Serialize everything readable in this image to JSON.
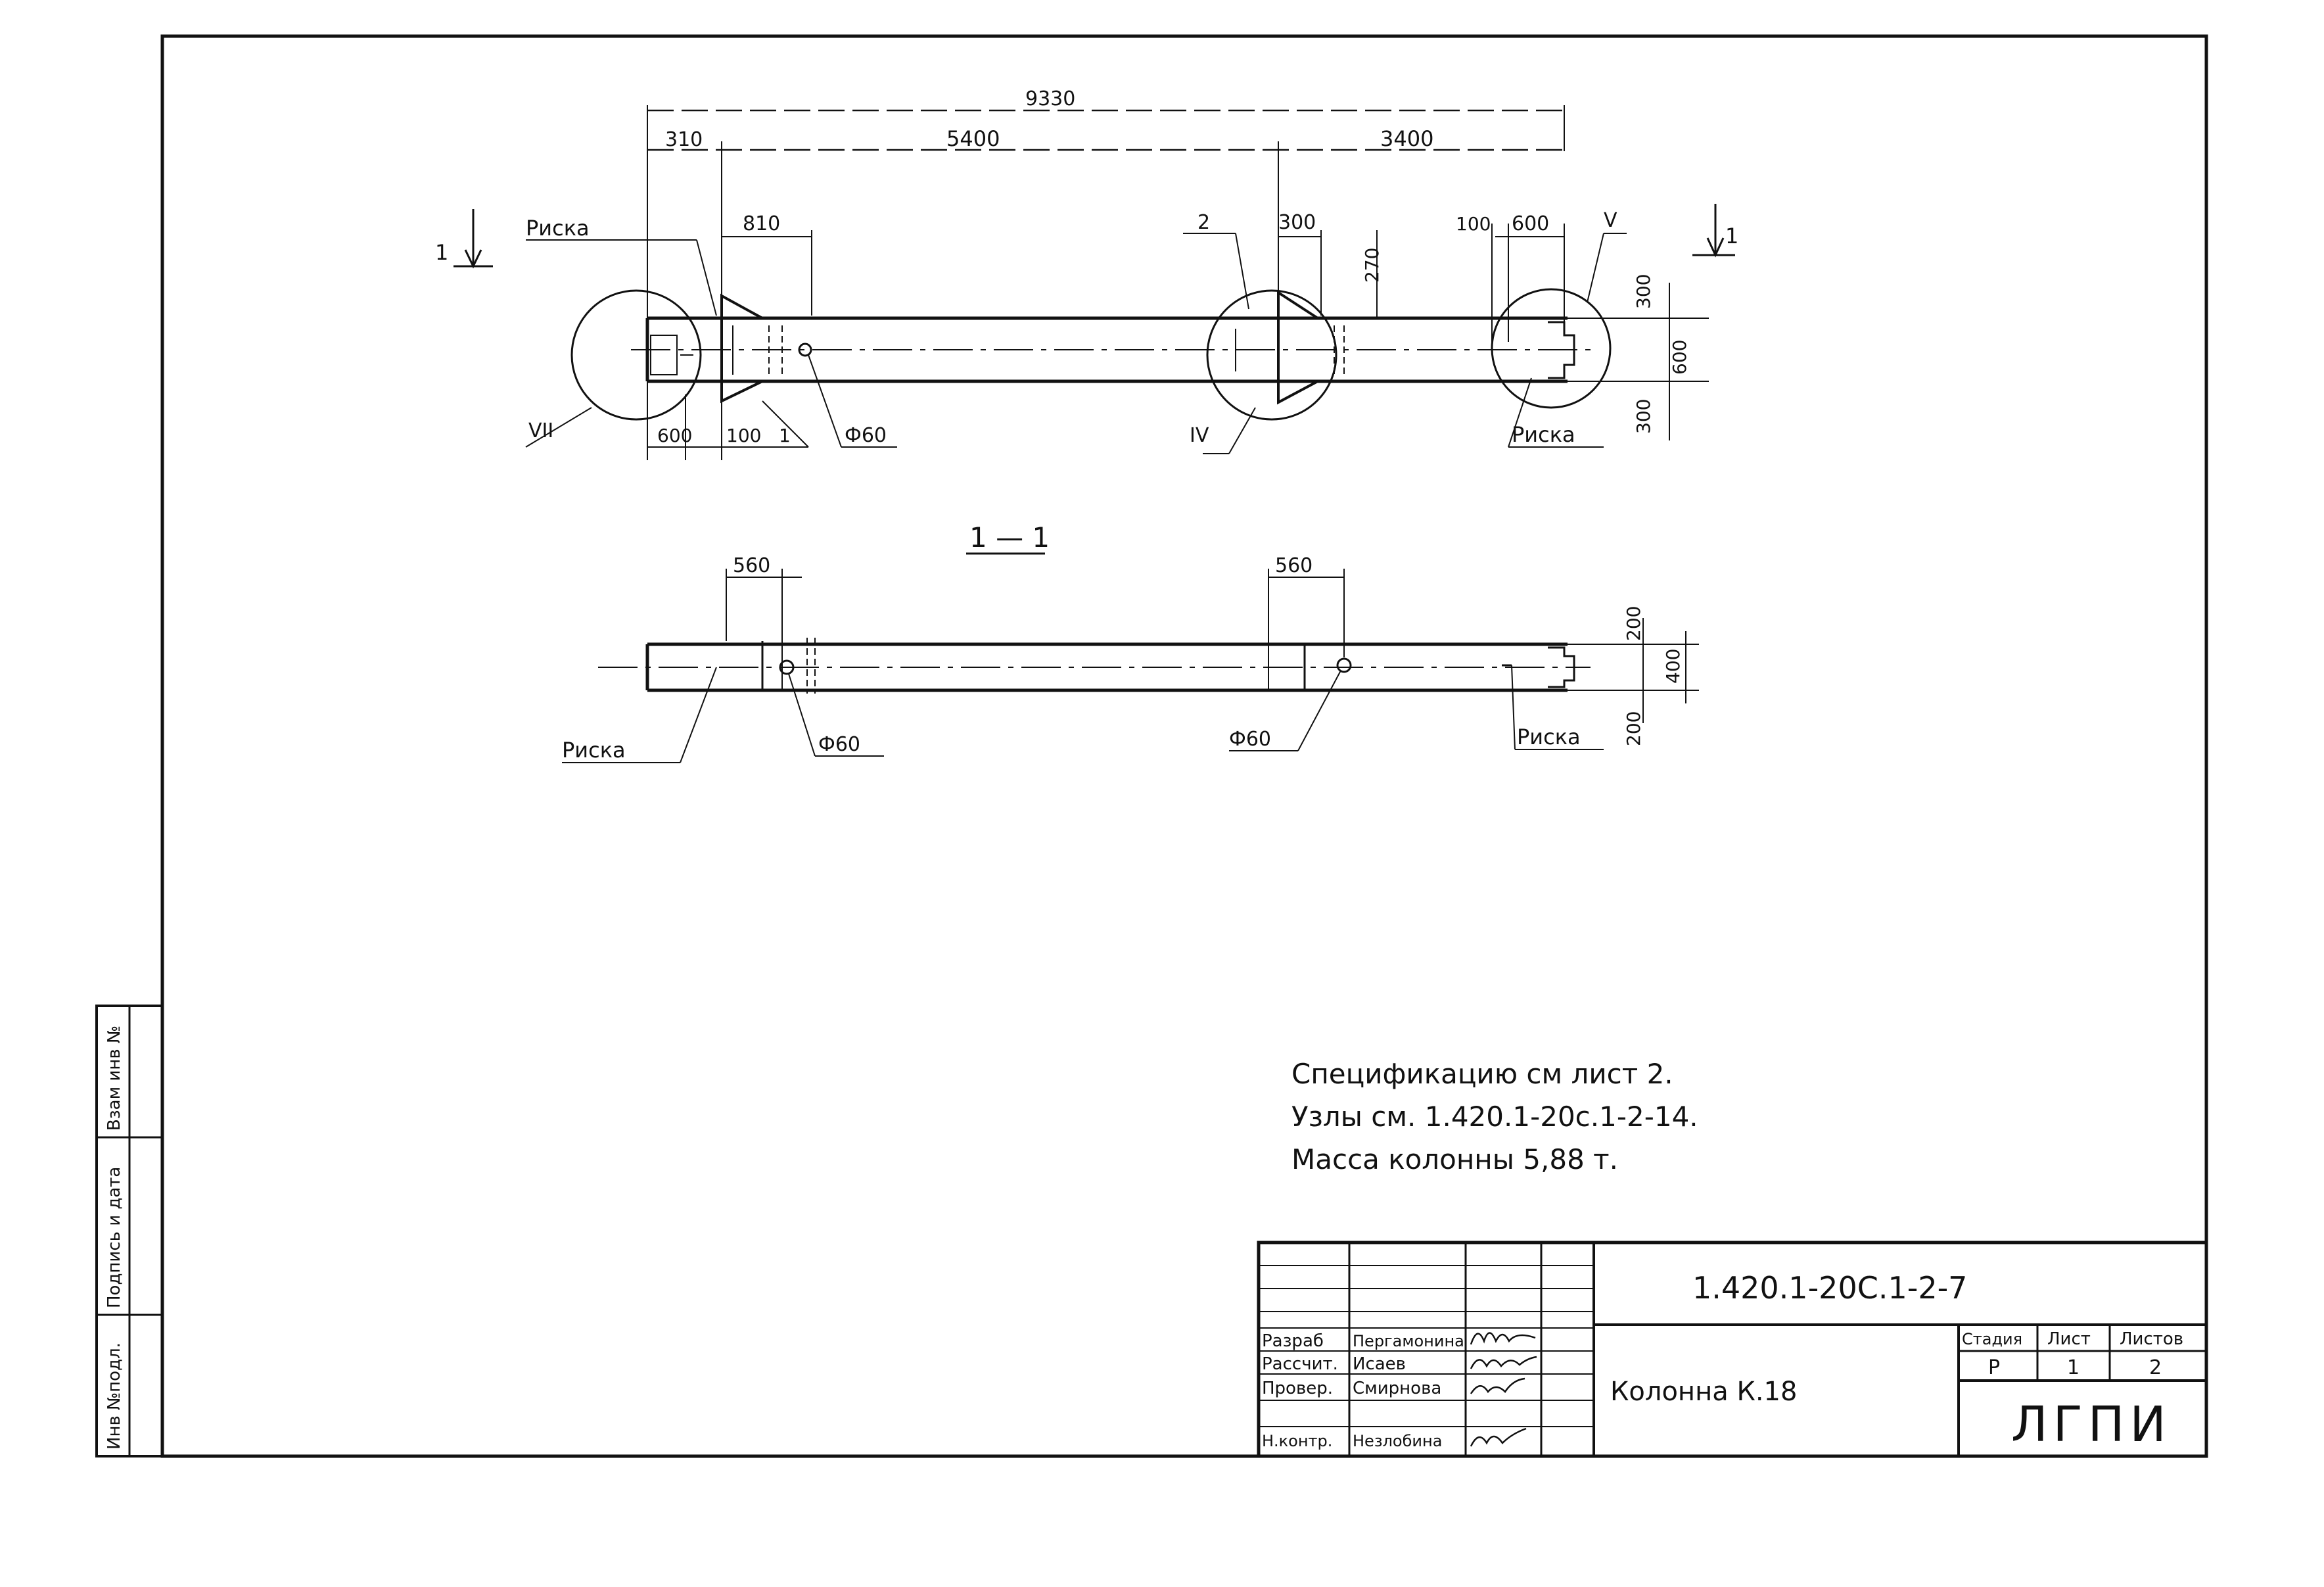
{
  "drawing": {
    "plan": {
      "dims_top": {
        "overall": "9330",
        "left": "310",
        "middle": "5400",
        "right": "3400"
      },
      "dim_810": "810",
      "dim_300": "300",
      "dim_270": "270",
      "dim_100_top": "100",
      "dim_600_top": "600",
      "dim_600_bottom": "600",
      "dim_100_bottom": "100",
      "dim_300_upper_v": "300",
      "dim_600_v": "600",
      "dim_300_lower_v": "300",
      "label_riska_left": "Риска",
      "label_riska_right": "Риска",
      "label_phi60": "Ф60",
      "pos_1": "1",
      "pos_2": "2",
      "node_V": "V",
      "node_VII": "VII",
      "node_IV": "IV",
      "section_mark": "1"
    },
    "section": {
      "title": "1 — 1",
      "dim_560_left": "560",
      "dim_560_right": "560",
      "dim_200_top": "200",
      "dim_400": "400",
      "dim_200_bottom": "200",
      "label_riska_left": "Риска",
      "label_riska_right": "Риска",
      "label_phi60_left": "Ф60",
      "label_phi60_right": "Ф60"
    }
  },
  "notes": {
    "line1": "Спецификацию см лист 2.",
    "line2": "Узлы см. 1.420.1-20с.1-2-14.",
    "line3": "Масса колонны 5,88 т."
  },
  "side_stamp": {
    "inv_orig": "Инв №подл.",
    "sign_date": "Подпись и дата",
    "inv_repl": "Взам инв №"
  },
  "title_block": {
    "doc_code": "1.420.1-20С.1-2-7",
    "rows": [
      {
        "role": "Разраб",
        "name": "Пергамонина"
      },
      {
        "role": "Рассчит.",
        "name": "Исаев"
      },
      {
        "role": "Провер.",
        "name": "Смирнова"
      },
      {
        "role": "Н.контр.",
        "name": "Незлобина"
      }
    ],
    "item_title": "Колонна К.18",
    "stage_label": "Стадия",
    "sheet_label": "Лист",
    "sheets_label": "Листов",
    "stage": "Р",
    "sheet": "1",
    "sheets": "2",
    "org": "ЛГПИ"
  }
}
